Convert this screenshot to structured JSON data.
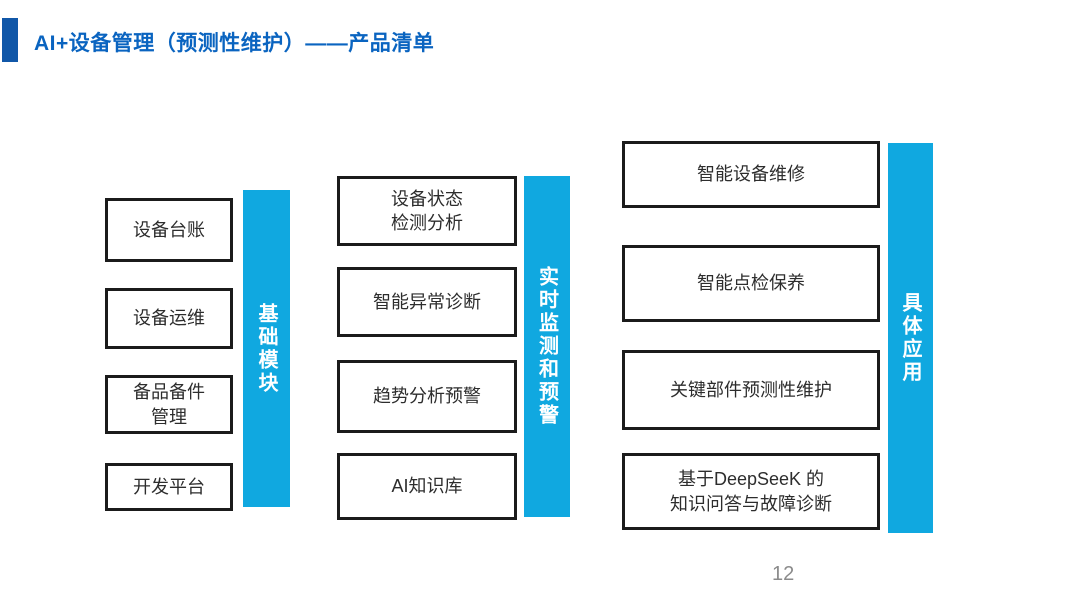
{
  "title": "AI+设备管理（预测性维护）——产品清单",
  "page_number": "12",
  "colors": {
    "title_text": "#0a64c0",
    "title_accent_block": "#1157a8",
    "group_bar": "#10a8e0",
    "box_border": "#1b1b1b",
    "box_text": "#2d2d2d",
    "page_number_text": "#8b8b8b"
  },
  "columns": [
    {
      "bar_label": "基础模块",
      "boxes": [
        "设备台账",
        "设备运维",
        "备品备件\n管理",
        "开发平台"
      ]
    },
    {
      "bar_label": "实时监测和预警",
      "boxes": [
        "设备状态\n检测分析",
        "智能异常诊断",
        "趋势分析预警",
        "AI知识库"
      ]
    },
    {
      "bar_label": "具体应用",
      "boxes": [
        "智能设备维修",
        "智能点检保养",
        "关键部件预测性维护",
        "基于DeepSeeK 的\n知识问答与故障诊断"
      ]
    }
  ]
}
